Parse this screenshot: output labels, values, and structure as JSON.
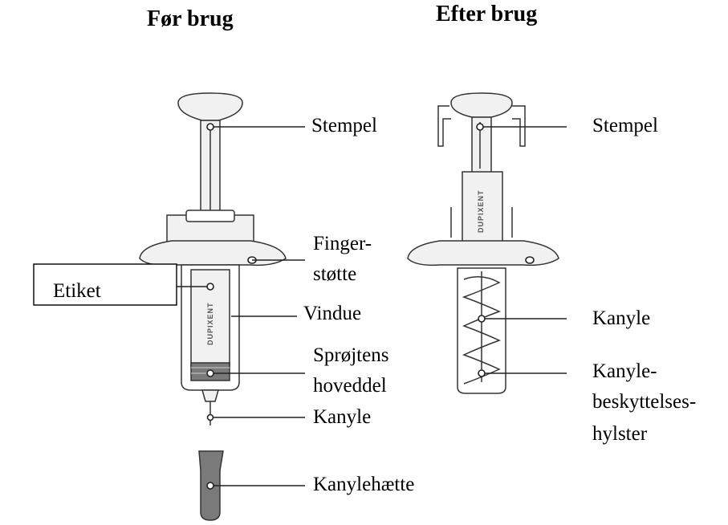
{
  "headings": {
    "before": "Før brug",
    "after": "Efter brug"
  },
  "before_labels": {
    "plunger": "Stempel",
    "finger_grip_line1": "Finger-",
    "finger_grip_line2": "støtte",
    "label": "Etiket",
    "window": "Vindue",
    "body_line1": "Sprøjtens",
    "body_line2": "hoveddel",
    "needle": "Kanyle",
    "needle_cap": "Kanylehætte"
  },
  "after_labels": {
    "plunger": "Stempel",
    "needle": "Kanyle",
    "guard_line1": "Kanyle-",
    "guard_line2": "beskyttelses-",
    "guard_line3": "hylster"
  },
  "brand_text": "DUPIXENT",
  "colors": {
    "outline": "#333333",
    "text": "#000000",
    "background": "#ffffff"
  }
}
